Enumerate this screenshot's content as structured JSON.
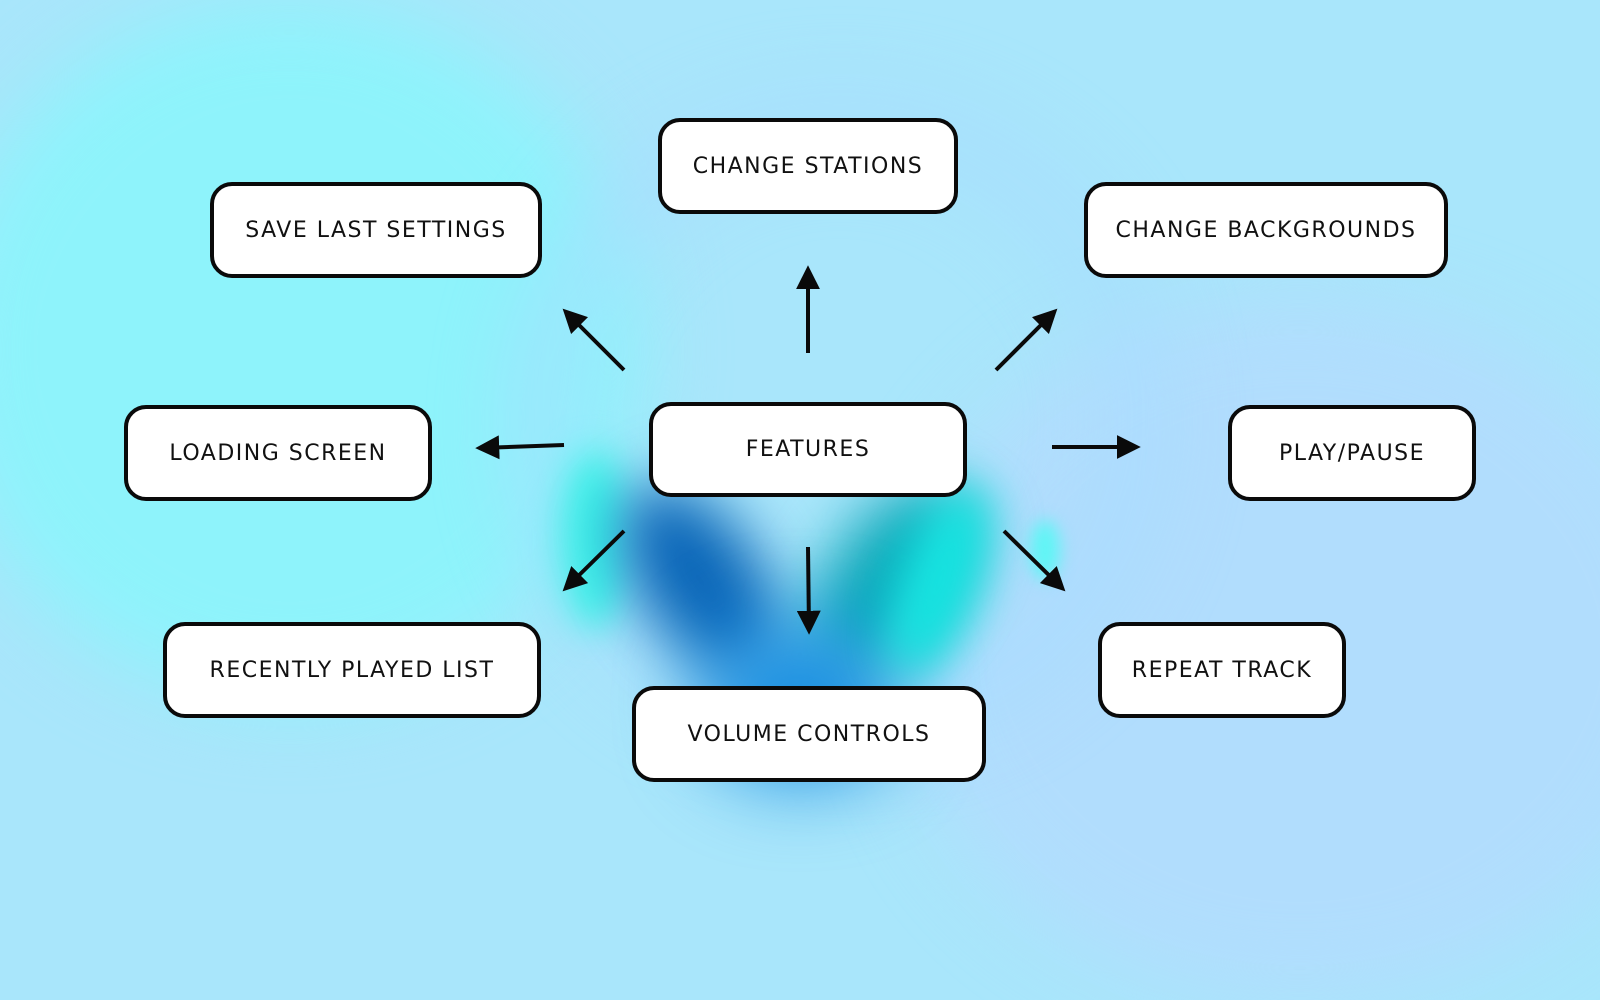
{
  "diagram": {
    "type": "mind-map",
    "center": {
      "id": "features",
      "label": "FEATURES"
    },
    "nodes": [
      {
        "id": "change-stations",
        "label": "CHANGE STATIONS",
        "direction": "up"
      },
      {
        "id": "save-last-settings",
        "label": "SAVE LAST SETTINGS",
        "direction": "up-left"
      },
      {
        "id": "change-backgrounds",
        "label": "CHANGE BACKGROUNDS",
        "direction": "up-right"
      },
      {
        "id": "loading-screen",
        "label": "LOADING SCREEN",
        "direction": "left"
      },
      {
        "id": "play-pause",
        "label": "PLAY/PAUSE",
        "direction": "right"
      },
      {
        "id": "recently-played-list",
        "label": "RECENTLY PLAYED LIST",
        "direction": "down-left"
      },
      {
        "id": "volume-controls",
        "label": "VOLUME CONTROLS",
        "direction": "down"
      },
      {
        "id": "repeat-track",
        "label": "REPEAT TRACK",
        "direction": "down-right"
      }
    ],
    "edges": [
      {
        "from": "features",
        "to": "change-stations"
      },
      {
        "from": "features",
        "to": "save-last-settings"
      },
      {
        "from": "features",
        "to": "change-backgrounds"
      },
      {
        "from": "features",
        "to": "loading-screen"
      },
      {
        "from": "features",
        "to": "play-pause"
      },
      {
        "from": "features",
        "to": "recently-played-list"
      },
      {
        "from": "features",
        "to": "volume-controls"
      },
      {
        "from": "features",
        "to": "repeat-track"
      }
    ]
  },
  "colors": {
    "background": "#a9e6fb",
    "accent_cyan": "#5ff5f5",
    "accent_blue": "#1a8fe0",
    "node_fill": "#ffffff",
    "node_border": "#0a0a0a",
    "arrow": "#0a0a0a"
  }
}
